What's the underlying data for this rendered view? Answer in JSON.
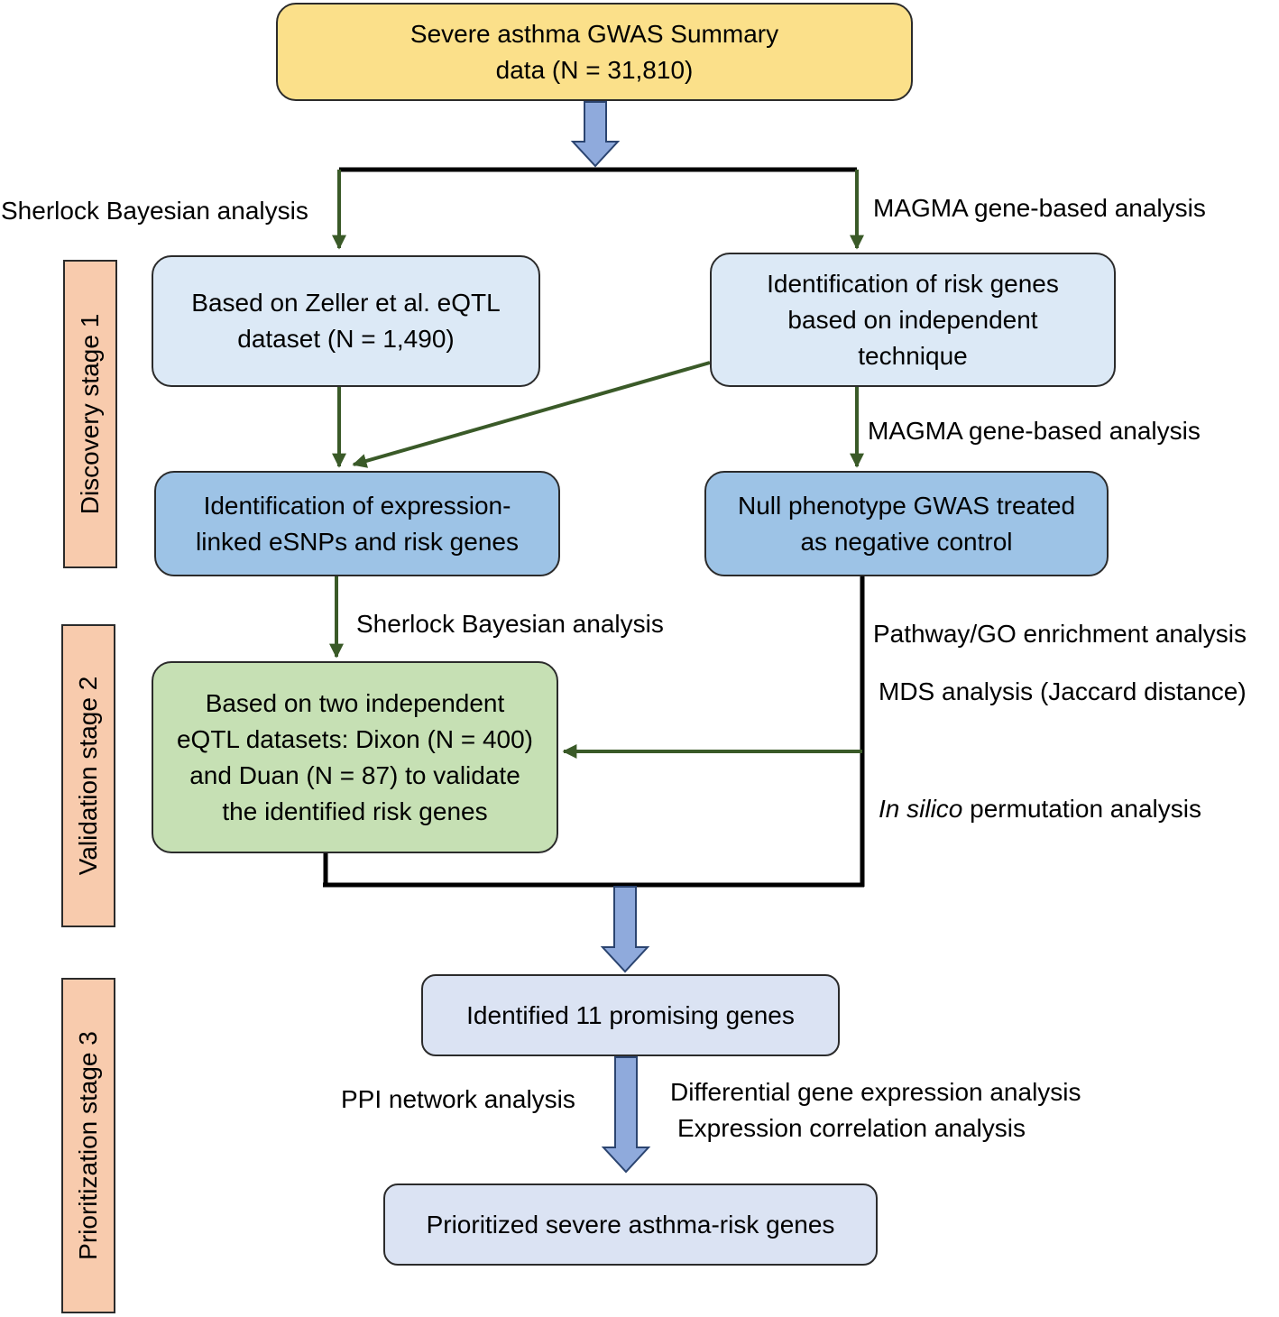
{
  "boxes": {
    "summary": [
      "Severe asthma GWAS Summary",
      "data (N = 31,810)"
    ],
    "zeller": [
      "Based on Zeller et al.  eQTL",
      "dataset (N =  1,490)"
    ],
    "identification_risk": [
      "Identification of risk genes",
      "based on independent",
      "technique"
    ],
    "expression_linked": [
      "Identification of expression-",
      "linked eSNPs and risk genes"
    ],
    "null_phenotype": [
      "Null phenotype  GWAS treated",
      "as negative control"
    ],
    "validation": [
      "Based on two independent",
      "eQTL datasets: Dixon (N = 400)",
      "and Duan (N = 87) to validate",
      "the identified risk genes"
    ],
    "promising": [
      "Identified 11 promising genes"
    ],
    "prioritized": [
      "Prioritized severe asthma-risk genes"
    ]
  },
  "labels": {
    "sherlock_top": "Sherlock  Bayesian analysis",
    "magma_top": "MAGMA gene-based analysis",
    "magma_mid": "MAGMA gene-based analysis",
    "sherlock_mid": "Sherlock  Bayesian analysis",
    "pathway": "Pathway/GO enrichment analysis",
    "mds": "MDS analysis (Jaccard distance)",
    "in_silico_italic": "In silico",
    "in_silico_rest": " permutation analysis",
    "ppi": "PPI network analysis",
    "differential": "Differential gene expression analysis",
    "correlation": "Expression correlation analysis"
  },
  "stages": {
    "discovery": "Discovery stage 1",
    "validation": "Validation stage 2",
    "prioritization": "Prioritization stage 3"
  },
  "colors": {
    "yellow": "#fbe08a",
    "light_blue": "#dce9f6",
    "mid_blue": "#9dc3e6",
    "green": "#c6e0b4",
    "periwinkle": "#dbe3f3",
    "stage_peach": "#f8cbad",
    "arrow_green": "#3a5a28",
    "block_arrow": "#8faadc"
  }
}
